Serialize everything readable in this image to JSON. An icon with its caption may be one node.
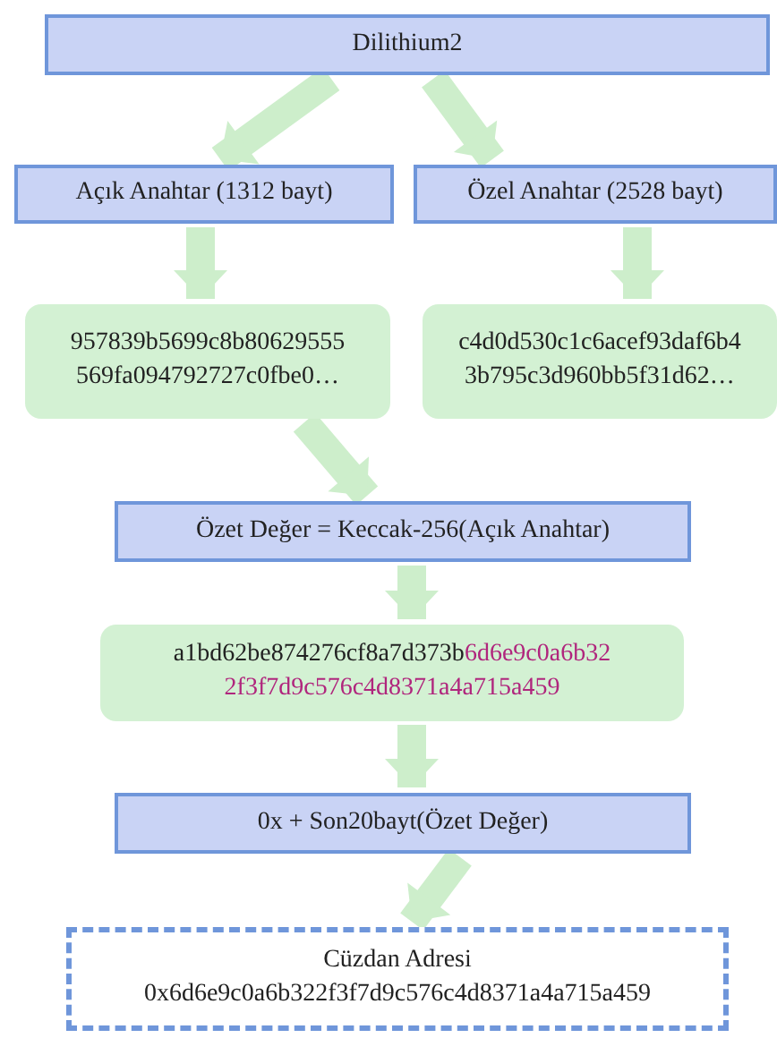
{
  "diagram": {
    "nodes": [
      {
        "text": [
          "Dilithium2"
        ]
      },
      {
        "text": [
          "Açık Anahtar (1312 bayt)"
        ]
      },
      {
        "text": [
          "Özel Anahtar (2528 bayt)"
        ]
      },
      {
        "text": [
          "957839b5699c8b80629555 569fa094792727c0fbe0…"
        ]
      },
      {
        "text": [
          "c4d0d530c1c6acef93daf6b4 3b795c3d960bb5f31d62…"
        ]
      },
      {
        "text": [
          "Özet Değer =  Keccak-256(Açık Anahtar)"
        ]
      },
      {
        "text": [
          "a1bd62be874276cf8a7d373b",
          "6d6e9c0a6b322f3f7d9c576c4d8371a4a715a459"
        ]
      },
      {
        "text": [
          "0x + Son20bayt(Özet Değer)"
        ]
      },
      {
        "text": [
          "Cüzdan Adresi",
          "0x6d6e9c0a6b322f3f7d9c576c4d8371a4a715a459"
        ]
      }
    ],
    "edges": [
      {
        "from": 0,
        "to": 1,
        "arrow": "to"
      },
      {
        "from": 0,
        "to": 2,
        "arrow": "to"
      },
      {
        "from": 1,
        "to": 3,
        "arrow": "to"
      },
      {
        "from": 2,
        "to": 4,
        "arrow": "to"
      },
      {
        "from": 3,
        "to": 5,
        "arrow": "to"
      },
      {
        "from": 5,
        "to": 6,
        "arrow": "to"
      },
      {
        "from": 6,
        "to": 7,
        "arrow": "to"
      },
      {
        "from": 7,
        "to": 8,
        "arrow": "to"
      }
    ]
  }
}
